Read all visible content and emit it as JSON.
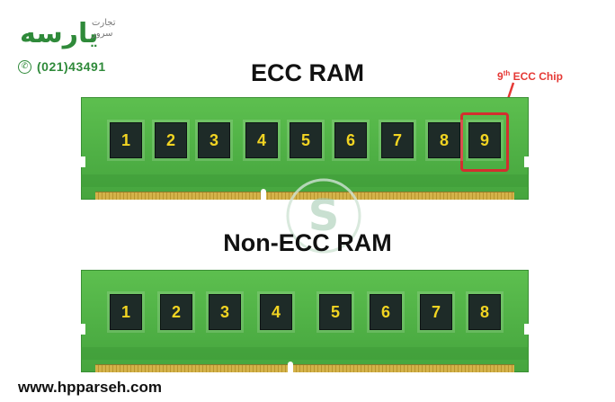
{
  "logo": {
    "brand": "یارسه",
    "subtitle": "تجارت سرور"
  },
  "phone": {
    "icon": "phone-icon",
    "number": "(021)43491"
  },
  "ecc": {
    "heading": "ECC RAM",
    "chips": [
      "1",
      "2",
      "3",
      "4",
      "5",
      "6",
      "7",
      "8",
      "9"
    ],
    "callout_number": "9",
    "callout_suffix": "th",
    "callout_label": "ECC Chip",
    "highlight_color": "#d32f2f"
  },
  "non_ecc": {
    "heading": "Non-ECC RAM",
    "chips": [
      "1",
      "2",
      "3",
      "4",
      "5",
      "6",
      "7",
      "8"
    ]
  },
  "website": "www.hpparseh.com",
  "colors": {
    "pcb": "#4fb045",
    "chip": "#1e2b28",
    "chip_text": "#f2d422",
    "brand": "#2f8a3a"
  }
}
